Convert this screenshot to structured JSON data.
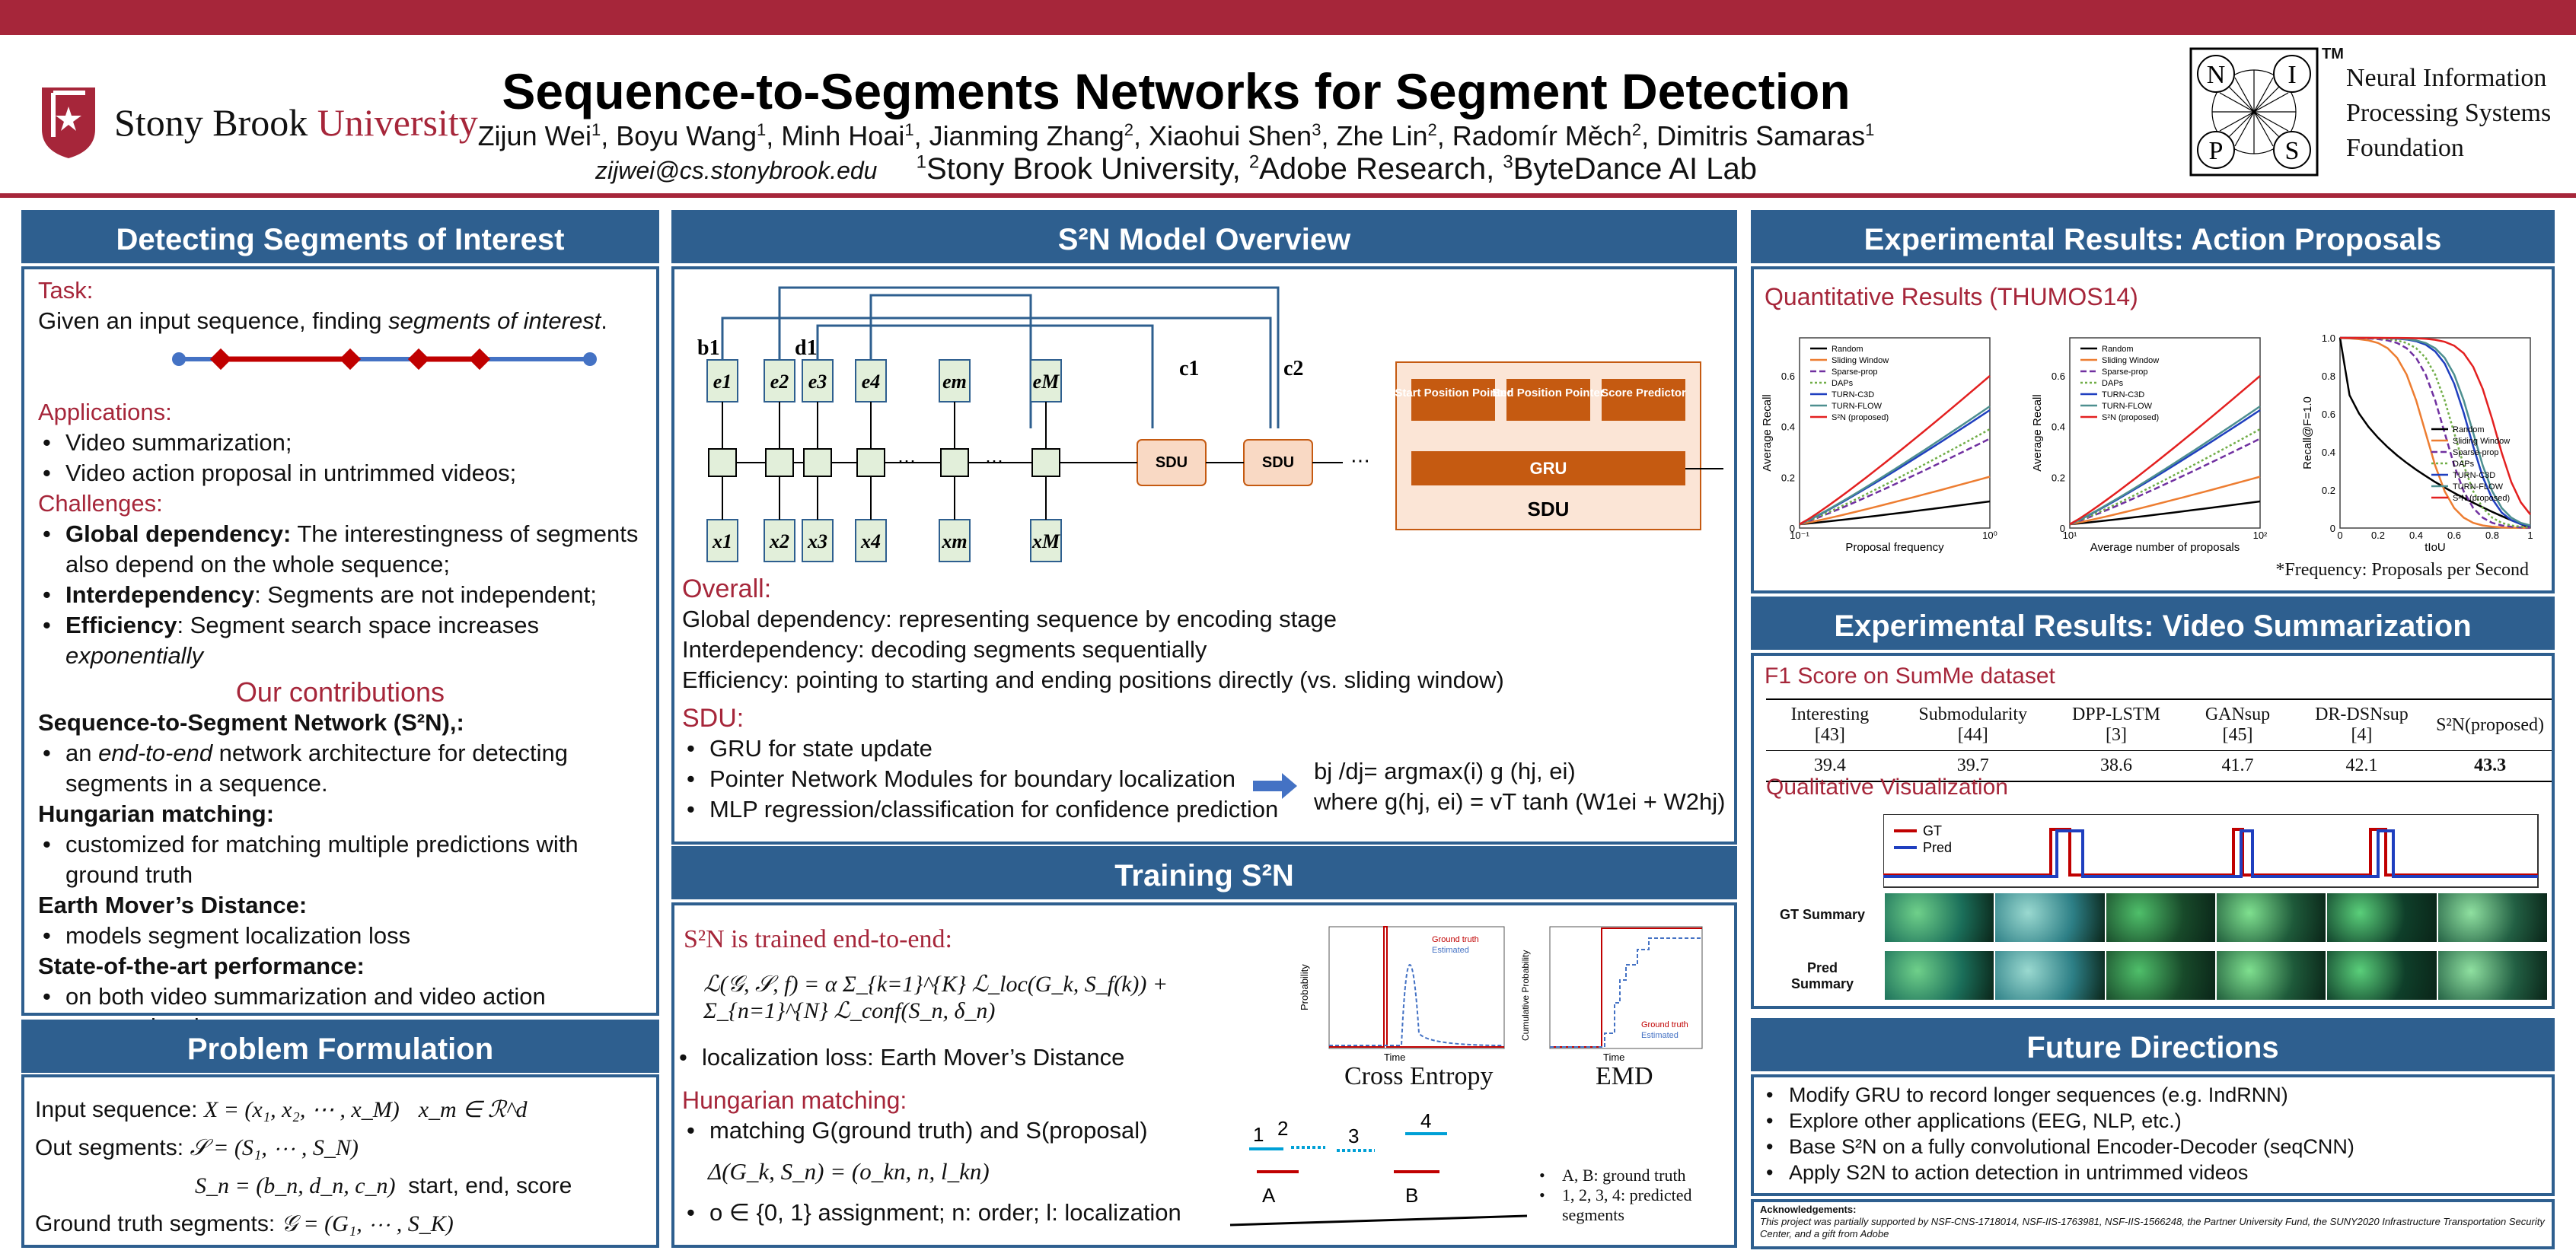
{
  "header": {
    "title": "Sequence-to-Segments Networks for Segment Detection",
    "authors": [
      {
        "name": "Zijun Wei",
        "sup": "1"
      },
      {
        "name": "Boyu Wang",
        "sup": "1"
      },
      {
        "name": "Minh Hoai",
        "sup": "1"
      },
      {
        "name": "Jianming Zhang",
        "sup": "2"
      },
      {
        "name": "Xiaohui Shen",
        "sup": "3"
      },
      {
        "name": "Zhe Lin",
        "sup": "2"
      },
      {
        "name": "Radomír Měch",
        "sup": "2"
      },
      {
        "name": "Dimitris Samaras",
        "sup": "1"
      }
    ],
    "email": "zijwei@cs.stonybrook.edu",
    "affiliations": [
      {
        "sup": "1",
        "name": "Stony Brook University"
      },
      {
        "sup": "2",
        "name": "Adobe Research"
      },
      {
        "sup": "3",
        "name": "ByteDance AI Lab"
      }
    ],
    "left_logo": {
      "word1": "Stony Brook",
      "word2": "University"
    },
    "right_logo": {
      "letters": [
        "N",
        "I",
        "P",
        "S"
      ],
      "tm": "TM",
      "lines": [
        "Neural Information",
        "Processing Systems",
        "Foundation"
      ]
    },
    "colors": {
      "accent": "#a6263a",
      "panel": "#2e5f8f"
    }
  },
  "left": {
    "detect_title": "Detecting Segments of Interest",
    "task_label": "Task:",
    "task_text_1": "Given an input sequence, finding ",
    "task_text_em": "segments of interest",
    "task_text_2": ".",
    "applications_label": "Applications:",
    "applications": [
      "Video summarization;",
      "Video action proposal in untrimmed videos;"
    ],
    "challenges_label": "Challenges:",
    "challenges": [
      {
        "bold": "Global dependency:",
        "text": " The interestingness of segments also depend on the whole sequence;"
      },
      {
        "bold": "Interdependency",
        "text": ": Segments are not independent;"
      },
      {
        "bold": "Efficiency",
        "text": ": Segment search space increases ",
        "em": "exponentially"
      }
    ],
    "contrib_title": "Our contributions",
    "contrib": [
      {
        "head": "Sequence-to-Segment Network (S²N),:",
        "item_pre": "an ",
        "item_em": "end-to-end",
        "item_post": " network architecture for detecting segments in a sequence."
      },
      {
        "head": "Hungarian matching:",
        "item_pre": "customized for matching multiple predictions with ground truth",
        "item_em": "",
        "item_post": ""
      },
      {
        "head": "Earth Mover’s Distance:",
        "item_pre": "models segment localization loss",
        "item_em": "",
        "item_post": ""
      },
      {
        "head": "State-of-the-art performance:",
        "item_pre": "on both video summarization and video action proposal tasks.",
        "item_em": "",
        "item_post": ""
      }
    ],
    "problem_title": "Problem Formulation",
    "problem": {
      "input_label": "Input sequence:",
      "input_eq": "X = (x₁, x₂, ⋯ , x_M)",
      "input_eq2": "x_m ∈ ℛ^d",
      "out_label": "Out segments:",
      "out_eq": "𝒮 = (S₁, ⋯ , S_N)",
      "sn_eq": "S_n = (b_n, d_n, c_n)",
      "sn_note": "start, end, score",
      "gt_label": "Ground truth segments:",
      "gt_eq": "𝒢 = (G₁, ⋯ , S_K)"
    }
  },
  "middle": {
    "model_title": "S²N Model Overview",
    "diagram": {
      "e_labels": [
        "e1",
        "e2",
        "e3",
        "e4",
        "em",
        "eM"
      ],
      "x_labels": [
        "x1",
        "x2",
        "x3",
        "x4",
        "xm",
        "xM"
      ],
      "b1": "b1",
      "d1": "d1",
      "c1": "c1",
      "c2": "c2",
      "sdu": "SDU",
      "dots": "⋯",
      "sdu_boxes": [
        "Start Position Pointer",
        "End Position Pointer",
        "Score Predictor"
      ],
      "gru": "GRU",
      "sdu_caption": "SDU"
    },
    "overall_label": "Overall:",
    "overall": [
      "Global dependency: representing sequence by encoding stage",
      "Interdependency: decoding segments sequentially",
      "Efficiency: pointing to starting and ending positions directly (vs. sliding window)"
    ],
    "sdu_label": "SDU:",
    "sdu_items": [
      "GRU for state update",
      "Pointer Network Modules for boundary localization",
      "MLP regression/classification for confidence prediction"
    ],
    "sdu_eq1": "bj /dj= argmax(i) g (hj, ei)",
    "sdu_eq2": "where g(hj, ei) = vT tanh (W1ei + W2hj)",
    "training_title": "Training S²N",
    "trained_label": "S²N is trained end-to-end:",
    "loss_eq": "ℒ(𝒢, 𝒮, f) = α Σ_{k=1}^{K} ℒ_loc(G_k, S_f(k)) + Σ_{n=1}^{N} ℒ_conf(S_n, δ_n)",
    "loc_loss": "localization loss: Earth Mover’s Distance",
    "ce_caption": "Cross Entropy",
    "emd_caption": "EMD",
    "ce_ylabel": "Probability",
    "emd_ylabel": "Cumulative Probability",
    "time_label": "Time",
    "legend_gt": "Ground truth",
    "legend_est": "Estimated",
    "hung_label": "Hungarian matching:",
    "hung_item": "matching G(ground truth) and S(proposal)",
    "hung_eq": "Δ(G_k, S_n) = (o_kn, n, l_kn)",
    "hung_item2": "o ∈ {0, 1} assignment; n: order; l: localization",
    "match_nums": [
      "1",
      "2",
      "3",
      "4"
    ],
    "match_ab": [
      "A",
      "B"
    ],
    "match_notes": [
      "A, B: ground truth",
      "1, 2, 3, 4: predicted segments"
    ]
  },
  "right": {
    "ap_title": "Experimental Results: Action Proposals",
    "quant_label": "Quantitative Results (THUMOS14)",
    "legend": [
      "Random",
      "Sliding Window",
      "Sparse-prop",
      "DAPs",
      "TURN-C3D",
      "TURN-FLOW",
      "S²N (proposed)"
    ],
    "plot1": {
      "xlabel": "Proposal frequency",
      "ylabel": "Average Recall",
      "xticks": [
        "10⁻¹",
        "10⁰"
      ],
      "yticks": [
        "0",
        "0.2",
        "0.4",
        "0.6"
      ]
    },
    "plot2": {
      "xlabel": "Average number of proposals",
      "ylabel": "Average Recall",
      "xticks": [
        "10¹",
        "10²"
      ],
      "yticks": [
        "0",
        "0.2",
        "0.4",
        "0.6"
      ]
    },
    "plot3": {
      "xlabel": "tIoU",
      "ylabel": "Recall@F=1.0",
      "xticks": [
        "0",
        "0.2",
        "0.4",
        "0.6",
        "0.8",
        "1"
      ],
      "yticks": [
        "0",
        "0.2",
        "0.4",
        "0.6",
        "0.8",
        "1.0"
      ]
    },
    "footnote": "*Frequency: Proposals per Second",
    "vs_title": "Experimental Results: Video Summarization",
    "f1_label": "F1 Score on SumMe dataset",
    "table_headers": [
      "Interesting [43]",
      "Submodularity [44]",
      "DPP-LSTM [3]",
      "GANsup [45]",
      "DR-DSNsup [4]",
      "S²N(proposed)"
    ],
    "table_values": [
      "39.4",
      "39.7",
      "38.6",
      "41.7",
      "42.1",
      "43.3"
    ],
    "qual_label": "Qualitative Visualization",
    "qual_legend": [
      "GT",
      "Pred"
    ],
    "row_labels": [
      "GT Summary",
      "Pred Summary"
    ],
    "future_title": "Future Directions",
    "future": [
      "Modify GRU to record longer sequences (e.g. IndRNN)",
      "Explore other applications (EEG, NLP, etc.)",
      "Base S²N on a fully convolutional Encoder-Decoder (seqCNN)",
      "Apply S2N to action detection in untrimmed videos"
    ],
    "ack_title": "Acknowledgements:",
    "ack_text": "This project was partially supported by NSF-CNS-1718014, NSF-IIS-1763981, NSF-IIS-1566248, the Partner University Fund, the SUNY2020 Infrastructure Transportation Security Center, and a gift from Adobe"
  }
}
